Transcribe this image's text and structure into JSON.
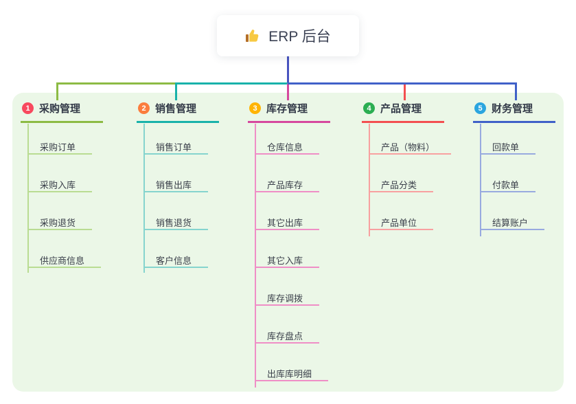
{
  "root": {
    "label": "ERP 后台",
    "icon": "thumbs-up-icon"
  },
  "canvas": {
    "background": "#ebf7e7"
  },
  "connector": {
    "root_line_color": "#4853c0"
  },
  "branches": [
    {
      "badge": "1",
      "label": "采购管理",
      "badge_color": "#f8495e",
      "line_color": "#8cbb44",
      "child_line_color": "#b9dc92",
      "children": [
        "采购订单",
        "采购入库",
        "采购退货",
        "供应商信息"
      ]
    },
    {
      "badge": "2",
      "label": "销售管理",
      "badge_color": "#fb7d3d",
      "line_color": "#19b2aa",
      "child_line_color": "#85d4ce",
      "children": [
        "销售订单",
        "销售出库",
        "销售退货",
        "客户信息"
      ]
    },
    {
      "badge": "3",
      "label": "库存管理",
      "badge_color": "#ffb403",
      "line_color": "#d6489e",
      "child_line_color": "#ef8ec6",
      "children": [
        "仓库信息",
        "产品库存",
        "其它出库",
        "其它入库",
        "库存调拨",
        "库存盘点",
        "出库库明细"
      ]
    },
    {
      "badge": "4",
      "label": "产品管理",
      "badge_color": "#2bae52",
      "line_color": "#f34f51",
      "child_line_color": "#f8a0a0",
      "children": [
        "产品（物料）",
        "产品分类",
        "产品单位"
      ]
    },
    {
      "badge": "5",
      "label": "财务管理",
      "badge_color": "#2ba5df",
      "line_color": "#4061c8",
      "child_line_color": "#98aadf",
      "children": [
        "回款单",
        "付款单",
        "结算账户"
      ]
    }
  ]
}
